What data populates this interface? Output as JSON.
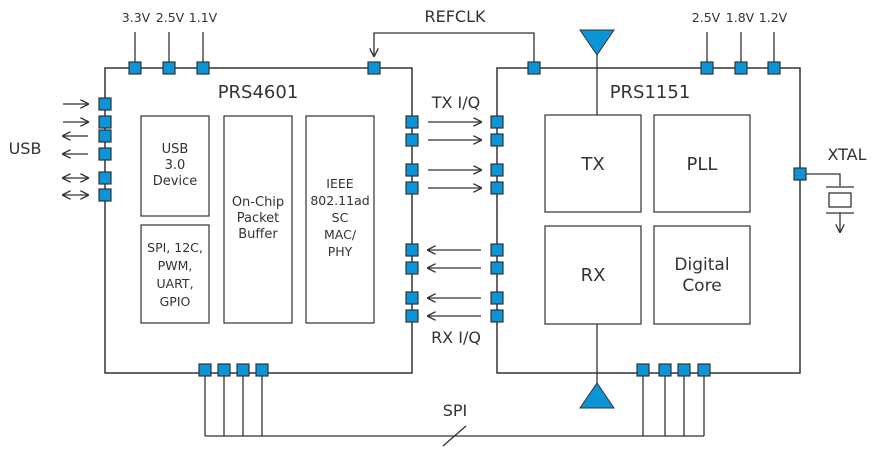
{
  "supply_left": [
    "3.3V",
    "2.5V",
    "1.1V"
  ],
  "supply_right": [
    "2.5V",
    "1.8V",
    "1.2V"
  ],
  "refclk": "REFCLK",
  "usb": "USB",
  "chip_left": {
    "name": "PRS4601",
    "usb_block": [
      "USB",
      "3.0",
      "Device"
    ],
    "io_block": [
      "SPI, 12C,",
      "PWM,",
      "UART,",
      "GPIO"
    ],
    "buffer_block": [
      "On-Chip",
      "Packet",
      "Buffer"
    ],
    "mac_block": [
      "IEEE",
      "802.11ad",
      "SC",
      "MAC/",
      "PHY"
    ]
  },
  "tx_iq": "TX I/Q",
  "rx_iq": "RX I/Q",
  "chip_right": {
    "name": "PRS1151",
    "tx": "TX",
    "pll": "PLL",
    "rx": "RX",
    "digital_core": [
      "Digital",
      "Core"
    ]
  },
  "xtal": "XTAL",
  "spi": "SPI",
  "colors": {
    "pin": "#0b94d6",
    "antenna": "#0b94d6",
    "stroke": "#333333"
  }
}
